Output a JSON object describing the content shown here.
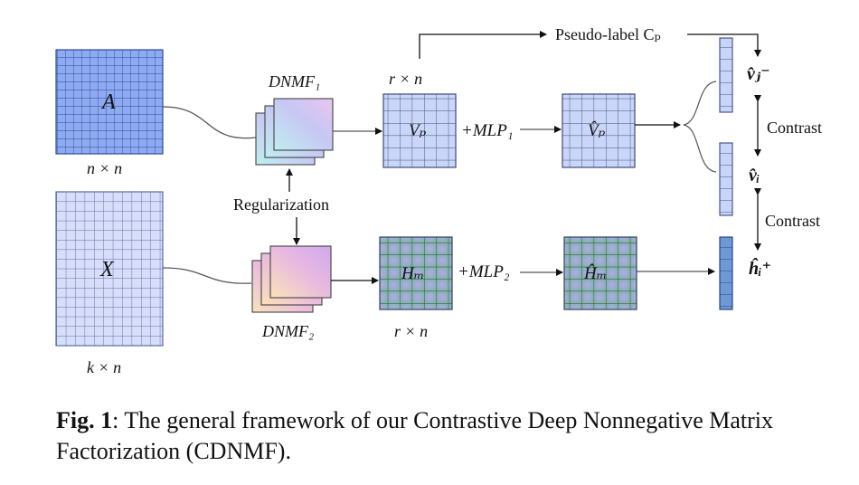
{
  "diagram": {
    "matrix_A": "A",
    "matrix_A_dims": "n × n",
    "matrix_X": "X",
    "matrix_X_dims": "k × n",
    "dnmf1": "DNMF₁",
    "dnmf2": "DNMF₂",
    "regularization": "Regularization",
    "vp": "Vₚ",
    "vp_dims": "r × n",
    "mlp1": "+MLP₁",
    "vp_hat": "V̂ₚ",
    "hm": "Hₘ",
    "hm_dims": "r × n",
    "mlp2": "+MLP₂",
    "hm_hat": "Ĥₘ",
    "pseudo_label": "Pseudo-label Cₚ",
    "vj_neg": "v̂ⱼ⁻",
    "vi": "v̂ᵢ",
    "hi_pos": "ĥᵢ⁺",
    "contrast_top": "Contrast",
    "contrast_bottom": "Contrast"
  },
  "caption": {
    "label": "Fig. 1",
    "text": ": The general framework of our Contrastive Deep Nonnegative Matrix Factorization (CDNMF)."
  }
}
